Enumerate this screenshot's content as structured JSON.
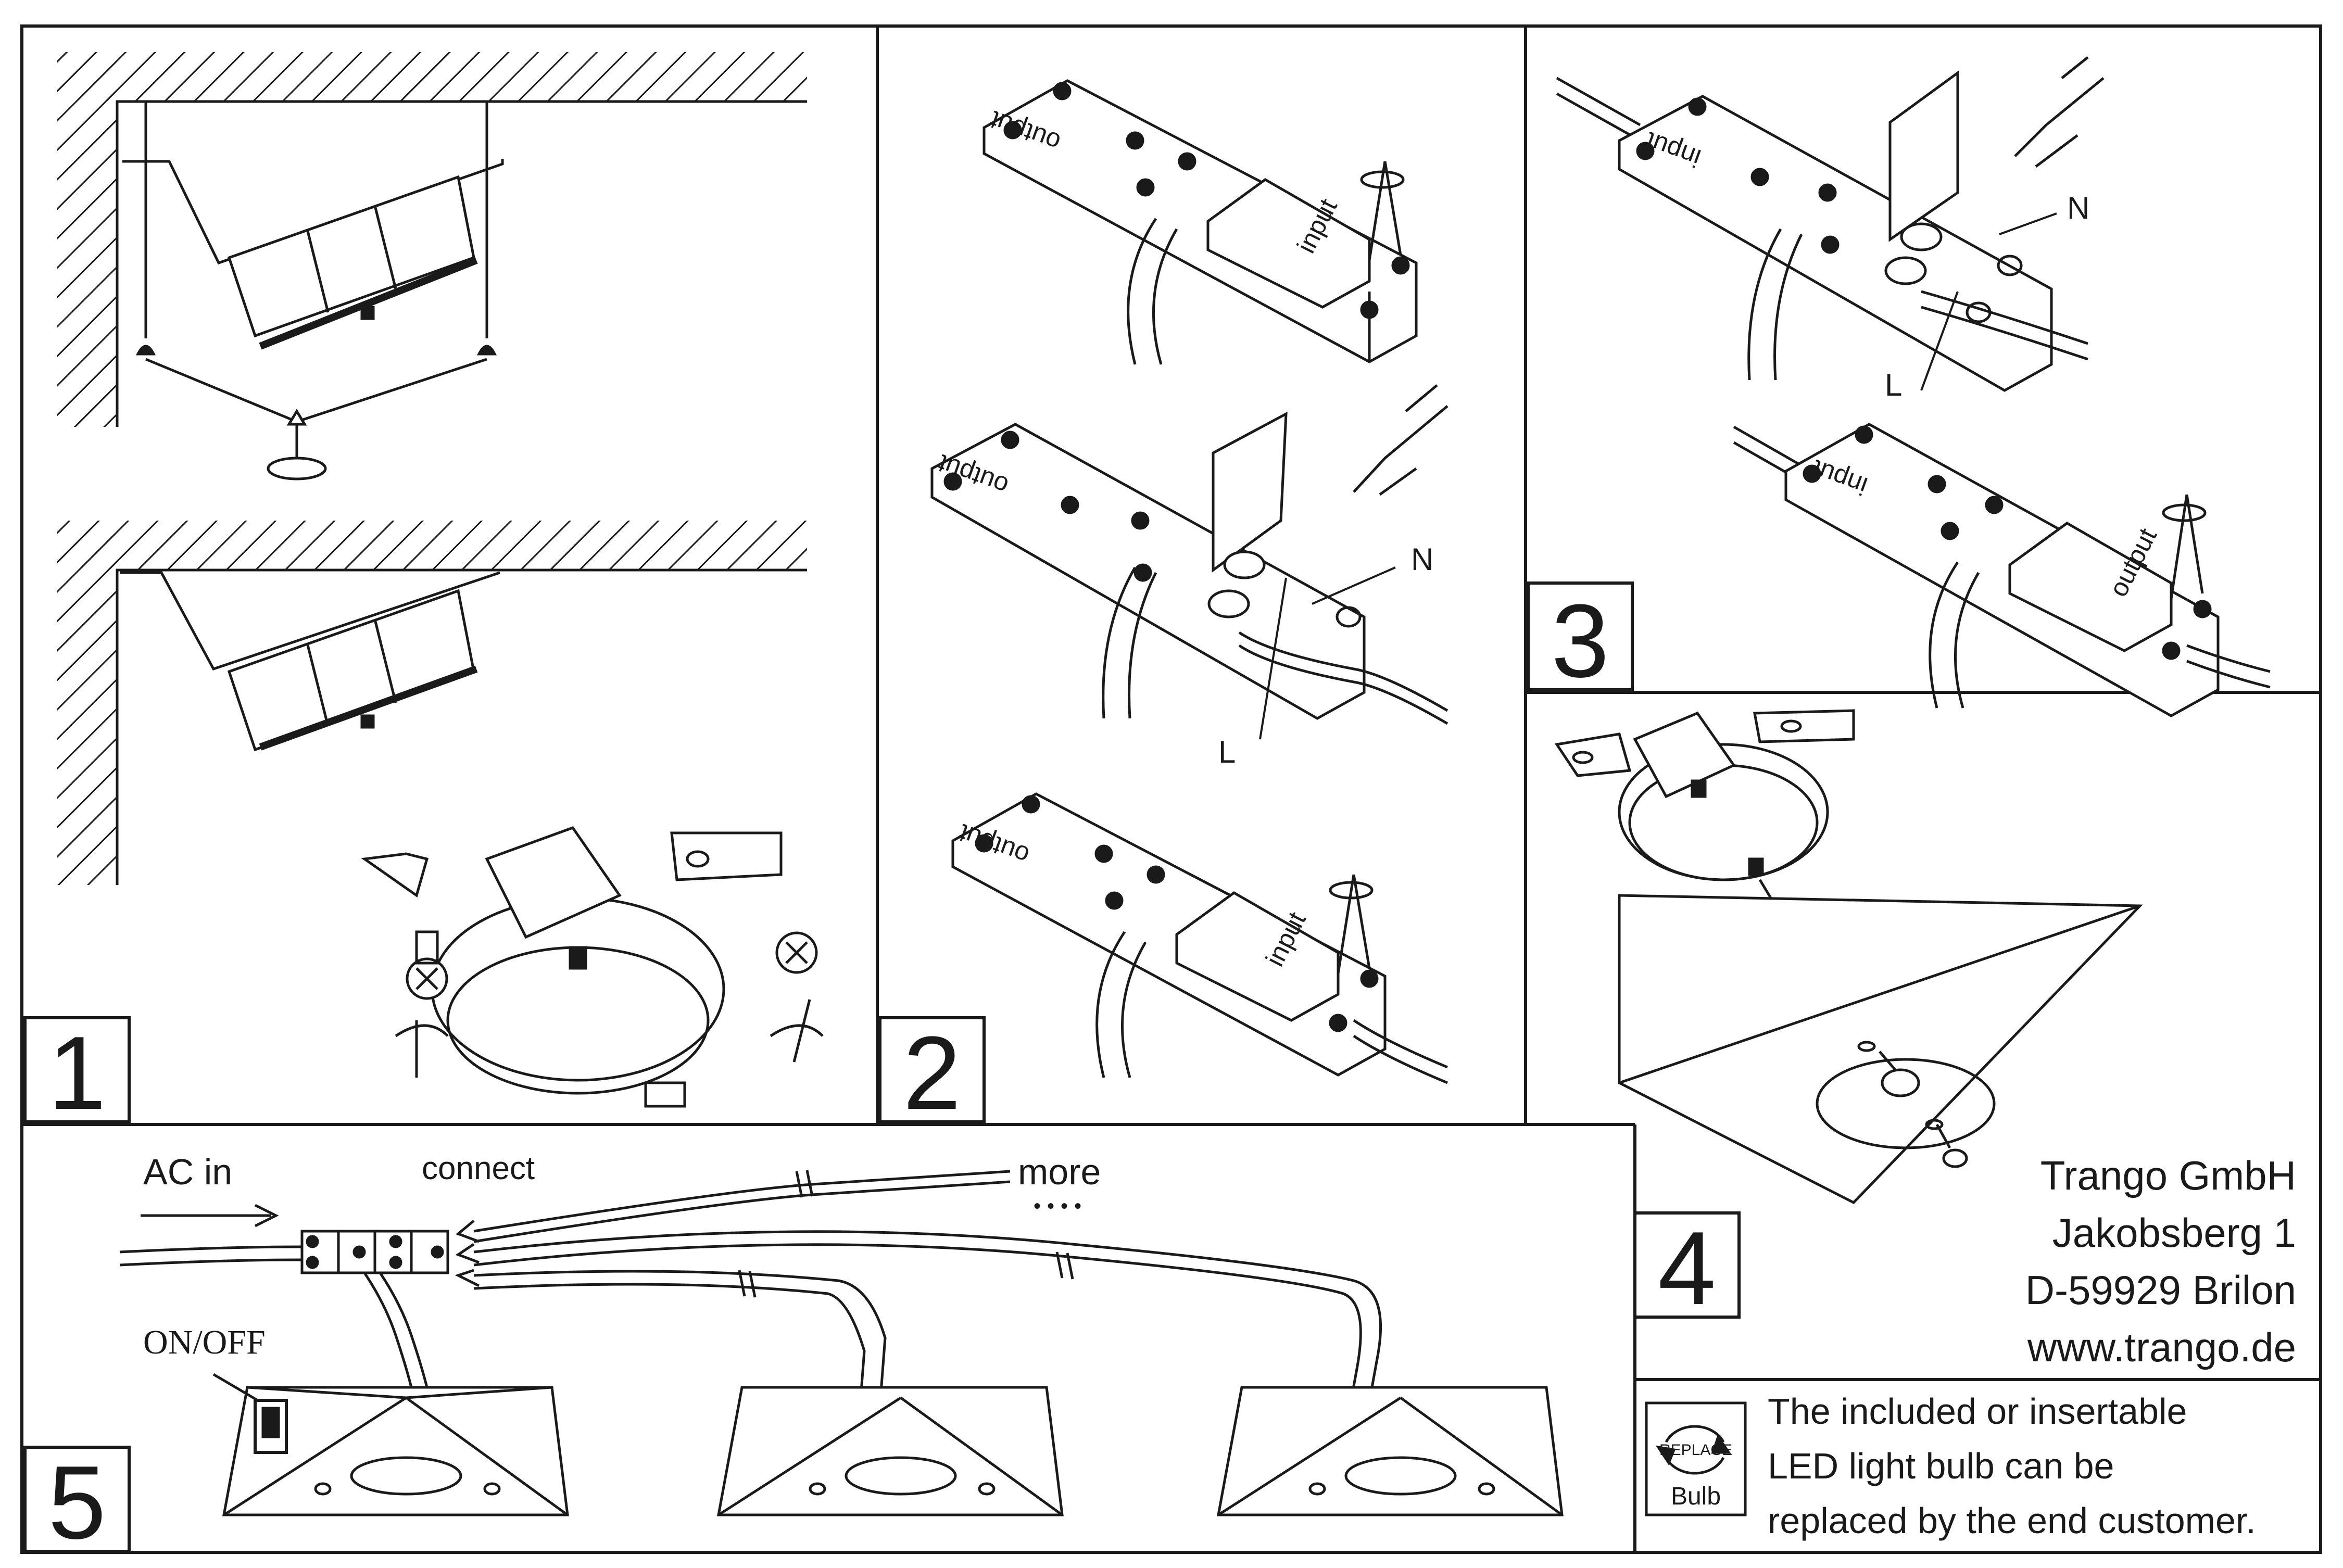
{
  "panels": [
    {
      "number": "1"
    },
    {
      "number": "2",
      "labels": {
        "output": "output",
        "input": "input",
        "n": "N",
        "l": "L"
      }
    },
    {
      "number": "3",
      "labels": {
        "input": "input",
        "output": "output",
        "n": "N",
        "l": "L"
      }
    },
    {
      "number": "4"
    },
    {
      "number": "5",
      "labels": {
        "ac_in": "AC in",
        "connect": "connect",
        "more": "more",
        "more_dots": "••••",
        "switch": "ON/OFF"
      }
    }
  ],
  "company": {
    "name": "Trango GmbH",
    "street": "Jakobsberg 1",
    "city": "D-59929 Brilon",
    "web": "www.trango.de"
  },
  "notice": {
    "icon_top": "REPLACE",
    "icon_bottom": "Bulb",
    "icon": "replace-bulb-icon",
    "lines": [
      "The included or insertable",
      "LED light bulb can be",
      "replaced by the end customer."
    ]
  }
}
